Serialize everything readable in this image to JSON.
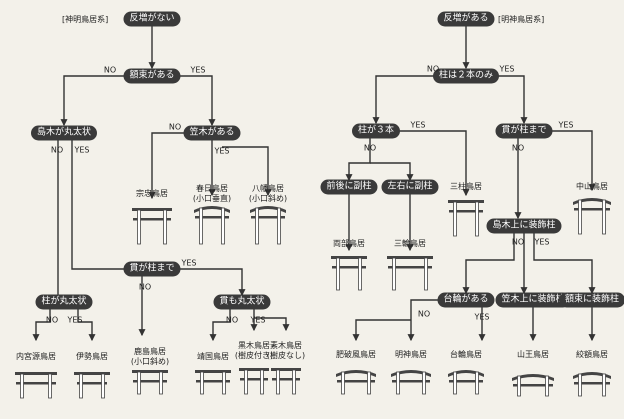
{
  "systems": {
    "shinmei": "[神明鳥居系]",
    "myojin": "[明神鳥居系]"
  },
  "nodes": {
    "no_sori": "反増がない",
    "sori": "反増がある",
    "kinuki_ari": "額束がある",
    "hashira_2": "柱は２本のみ",
    "shimaki_round": "島木が丸太状",
    "kasagi_ari": "笠木がある",
    "hashira_3": "柱が３本",
    "nuki_made_r": "貫が柱まで",
    "nuki_made_l": "貫が柱まで",
    "hashira_round": "柱が丸太状",
    "kanuki_round": "貫も丸太状",
    "zengo_soebashira": "前後に副柱",
    "sayu_soebashira": "左右に副柱",
    "shimaki_kazari": "島木上に装飾柱",
    "daiwa_ari": "台輪がある",
    "kasagi_kazari": "笠木上に装飾柱",
    "gakuzuka_kazari": "額束に装飾柱"
  },
  "edge_labels": {
    "yes": "YES",
    "no": "NO"
  },
  "leaves": {
    "sotoba": "宗忠鳥居",
    "kasuga": "春日鳥居\n(小口垂直)",
    "hachiman": "八幡鳥居\n(小口斜め)",
    "mitsubashira": "三柱鳥居",
    "nakayama": "中山鳥居",
    "ryobu": "両部鳥居",
    "miwa": "三輪鳥居",
    "kashima": "鹿島鳥居\n(小口斜め)",
    "yasukuni": "靖国鳥居",
    "kuroki": "黒木鳥居\n(樹皮付き)",
    "shiraki": "素木鳥居\n(樹皮なし)",
    "naiku": "内宮源鳥居",
    "ise": "伊勢鳥居",
    "hizen": "肥破風鳥居",
    "myojin": "明神鳥居",
    "daiwa": "台輪鳥居",
    "sanno": "山王鳥居",
    "kinkyu": "絞額鳥居"
  }
}
